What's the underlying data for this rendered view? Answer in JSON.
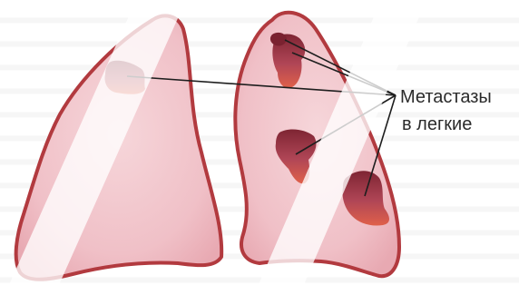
{
  "annotation": {
    "line1": "Метастазы",
    "line2": "в легкие"
  },
  "colors": {
    "lung_fill": "#f2c7cd",
    "lung_outline": "#b23a3f",
    "lesion_dark": "#8c2a35",
    "lesion_mid": "#b94a57",
    "lesion_highlight": "#e65a3c",
    "leader_line": "#1e1e1e",
    "watermark_stripe": "#ffffff"
  },
  "structures": [
    "left-lung",
    "right-lung"
  ],
  "lesion_count": 5
}
